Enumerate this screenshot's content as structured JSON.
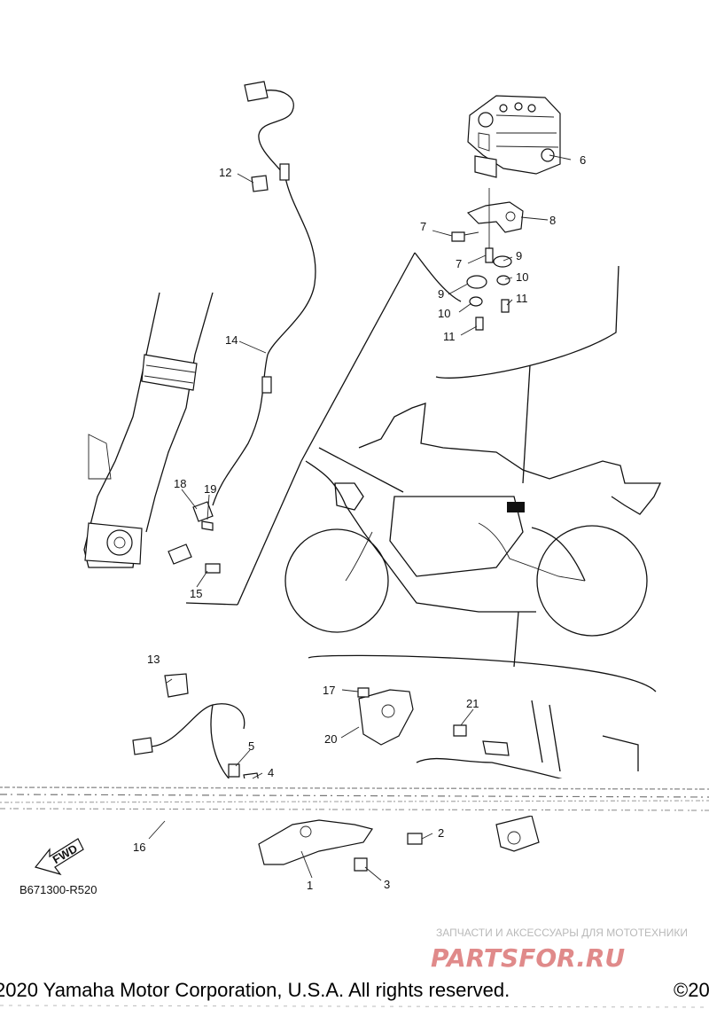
{
  "diagram": {
    "reference_code": "B671300-R520",
    "fwd_label": "FWD",
    "callouts": [
      {
        "label": "1"
      },
      {
        "label": "2"
      },
      {
        "label": "3"
      },
      {
        "label": "4"
      },
      {
        "label": "5"
      },
      {
        "label": "6"
      },
      {
        "label": "7"
      },
      {
        "label": "7"
      },
      {
        "label": "8"
      },
      {
        "label": "9"
      },
      {
        "label": "9"
      },
      {
        "label": "10"
      },
      {
        "label": "10"
      },
      {
        "label": "11"
      },
      {
        "label": "11"
      },
      {
        "label": "12"
      },
      {
        "label": "13"
      },
      {
        "label": "14"
      },
      {
        "label": "15"
      },
      {
        "label": "16"
      },
      {
        "label": "17"
      },
      {
        "label": "18"
      },
      {
        "label": "19"
      },
      {
        "label": "20"
      },
      {
        "label": "21"
      }
    ]
  },
  "watermark": {
    "tagline": "ЗАПЧАСТИ И АКСЕССУАРЫ ДЛЯ МОТОТЕХНИКИ",
    "brand": "PARTSFOR.RU"
  },
  "footer": {
    "copyright": "2020 Yamaha Motor Corporation, U.S.A. All rights reserved.",
    "copyright_right": "©20"
  }
}
